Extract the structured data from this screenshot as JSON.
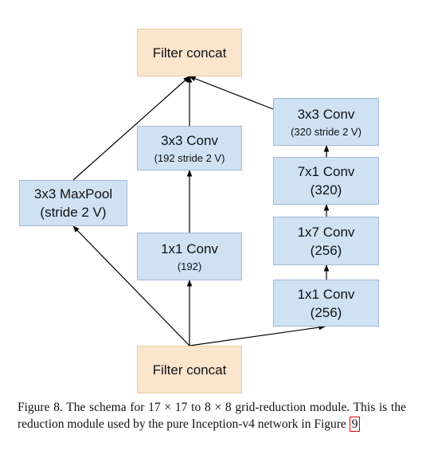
{
  "diagram": {
    "top_concat": {
      "label": "Filter concat"
    },
    "bottom_concat": {
      "label": "Filter concat"
    },
    "maxpool": {
      "title": "3x3 MaxPool",
      "detail": "(stride 2 V)"
    },
    "mid_1x1": {
      "title": "1x1 Conv",
      "detail": "(192)"
    },
    "mid_3x3": {
      "title": "3x3 Conv",
      "detail": "(192 stride 2 V)"
    },
    "right_1x1": {
      "title": "1x1 Conv",
      "detail": "(256)"
    },
    "right_1x7": {
      "title": "1x7 Conv",
      "detail": "(256)"
    },
    "right_7x1": {
      "title": "7x1 Conv",
      "detail": "(320)"
    },
    "right_3x3": {
      "title": "3x3 Conv",
      "detail": "(320 stride 2 V)"
    },
    "colors": {
      "conv_fill": "#cfe2f3",
      "concat_fill": "#fce5cd",
      "arrow": "#000000",
      "ref_box": "#e00000"
    }
  },
  "caption": {
    "text": "Figure 8. The schema for 17 × 17 to 8 × 8 grid-reduction module. This is the reduction module used by the pure Inception-v4 network in Figure",
    "figure_ref": "9"
  }
}
